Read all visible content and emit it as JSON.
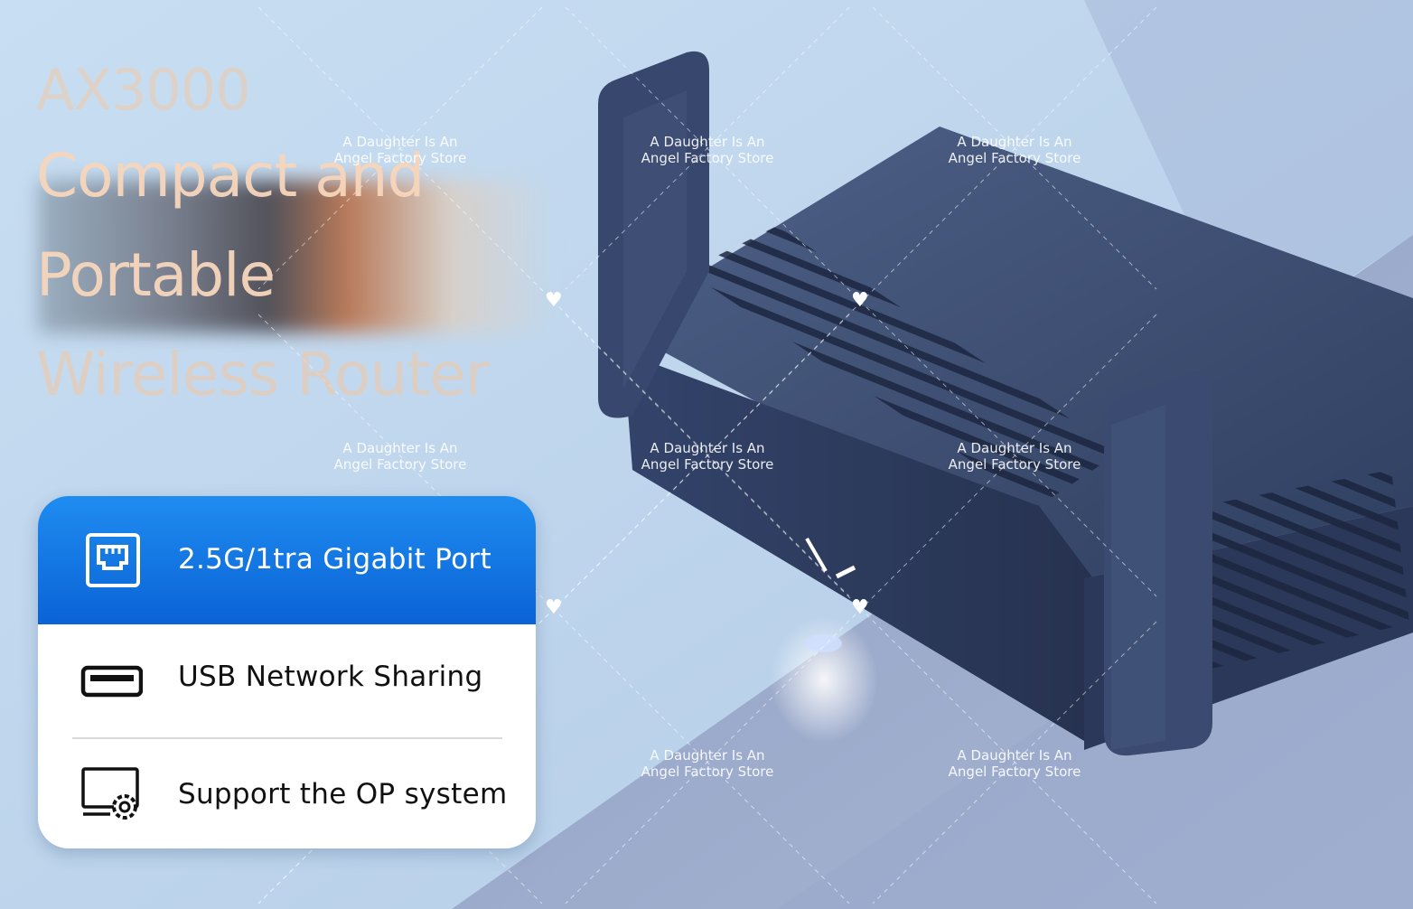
{
  "headline": {
    "line0": "AX3000",
    "line1": "Compact and",
    "line2": "Portable",
    "line3": "Wireless Router"
  },
  "features": [
    {
      "label": "2.5G/1tra Gigabit Port",
      "icon": "ethernet-port-icon"
    },
    {
      "label": "USB Network Sharing",
      "icon": "usb-port-icon"
    },
    {
      "label": "Support the OP system",
      "icon": "monitor-gear-icon"
    }
  ],
  "watermark": {
    "line1": "A Daughter Is An",
    "line2": "Angel Factory Store"
  },
  "colors": {
    "background": "#bcd4ec",
    "card_highlight": "#0a63d6",
    "router_body": "#3c4e72",
    "headline": "#f0c9a8"
  }
}
